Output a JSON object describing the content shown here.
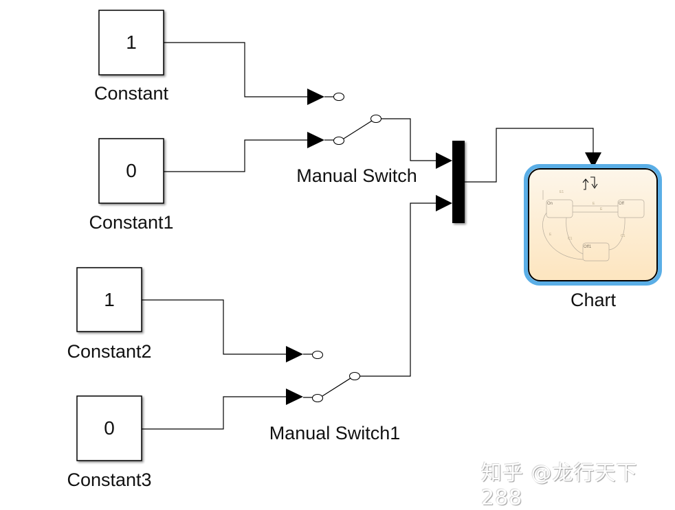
{
  "diagram": {
    "type": "simulink-model",
    "blocks": {
      "constant": {
        "label": "Constant",
        "value": "1"
      },
      "constant1": {
        "label": "Constant1",
        "value": "0"
      },
      "constant2": {
        "label": "Constant2",
        "value": "1"
      },
      "constant3": {
        "label": "Constant3",
        "value": "0"
      },
      "manual_switch": {
        "label": "Manual Switch",
        "selected_input": 2
      },
      "manual_switch1": {
        "label": "Manual Switch1",
        "selected_input": 2
      },
      "mux": {
        "label": "",
        "inputs": 2
      },
      "chart": {
        "label": "Chart",
        "icon": "stateflow-icon",
        "states": [
          "On",
          "Off",
          "Off1"
        ],
        "transitions": [
          {
            "from": "default",
            "to": "On",
            "label": "E1"
          },
          {
            "from": "On",
            "to": "Off",
            "label": "E"
          },
          {
            "from": "Off",
            "to": "On",
            "label": "E"
          },
          {
            "from": "Off",
            "to": "Off1",
            "label": "C1"
          },
          {
            "from": "Off1",
            "to": "On",
            "label": "C1"
          },
          {
            "from": "On",
            "to": "Off1",
            "label": "E"
          }
        ]
      }
    },
    "connections": [
      {
        "from": "Constant",
        "to": "Manual Switch",
        "port": 1
      },
      {
        "from": "Constant1",
        "to": "Manual Switch",
        "port": 2
      },
      {
        "from": "Constant2",
        "to": "Manual Switch1",
        "port": 1
      },
      {
        "from": "Constant3",
        "to": "Manual Switch1",
        "port": 2
      },
      {
        "from": "Manual Switch",
        "to": "Mux",
        "port": 1
      },
      {
        "from": "Manual Switch1",
        "to": "Mux",
        "port": 2
      },
      {
        "from": "Mux",
        "to": "Chart",
        "port": 1
      }
    ]
  },
  "colors": {
    "chart_border_outer": "#5aaee6",
    "chart_fill_top": "#fdf6ea",
    "chart_fill_bottom": "#fde5bf",
    "line": "#000000"
  },
  "watermark": "知乎 @龙行天下288"
}
